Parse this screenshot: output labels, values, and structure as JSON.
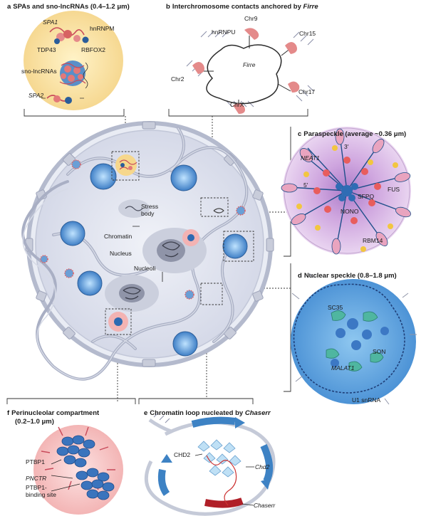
{
  "panels": {
    "a": {
      "letter": "a",
      "title": "SPAs and sno-lncRNAs (0.4–1.2 μm)",
      "labels": {
        "spa1": "SPA1",
        "hnrnpm": "hnRNPM",
        "tdp43": "TDP43",
        "rbfox2": "RBFOX2",
        "sno": "sno-lncRNAs",
        "spa2": "SPA2"
      }
    },
    "b": {
      "letter": "b",
      "title_prefix": "Interchromosome contacts anchored by ",
      "title_italic": "Firre",
      "labels": {
        "chr9": "Chr9",
        "hnrnpu": "hnRNPU",
        "chr15": "Chr15",
        "firre": "Firre",
        "chr2": "Chr2",
        "chr17": "Chr17",
        "chrx": "ChrX"
      }
    },
    "c": {
      "letter": "c",
      "title": "Paraspeckle (average ~0.36 μm)",
      "labels": {
        "neat1": "NEAT1",
        "three": "3′",
        "five": "5′",
        "fus": "FUS",
        "sfpq": "SFPQ",
        "nono": "NONO",
        "rbm14": "RBM14"
      }
    },
    "d": {
      "letter": "d",
      "title": "Nuclear speckle (0.8–1.8 μm)",
      "labels": {
        "sc35": "SC35",
        "son": "SON",
        "malat1": "MALAT1",
        "u1": "U1 snRNA"
      }
    },
    "e": {
      "letter": "e",
      "title_prefix": "Chromatin loop nucleated by ",
      "title_italic": "Chaserr",
      "labels": {
        "chd2p": "CHD2",
        "chd2g": "Chd2",
        "chaserr": "Chaserr"
      }
    },
    "f": {
      "letter": "f",
      "title": "Perinucleolar compartment",
      "subtitle": "(0.2–1.0 μm)",
      "labels": {
        "ptbp1": "PTBP1",
        "pnctr": "PNCTR",
        "ptbp1bs1": "PTBP1-",
        "ptbp1bs2": "binding site"
      }
    }
  },
  "cell": {
    "stress_body_1": "Stress",
    "stress_body_2": "body",
    "chromatin": "Chromatin",
    "nucleus": "Nucleus",
    "nucleoli": "Nucleoli"
  },
  "colors": {
    "nucleus_fill": "#dfe3ef",
    "envelope": "#a6acc0",
    "speckle_blue": "#4a7fbf",
    "speckle_fill": "#66a6dd",
    "paraspeckle_purple": "#c89ad6",
    "peach": "#f6dca0",
    "pink": "#f4b8b8",
    "red": "#d33a3a",
    "chaserr_red": "#b01f28"
  }
}
